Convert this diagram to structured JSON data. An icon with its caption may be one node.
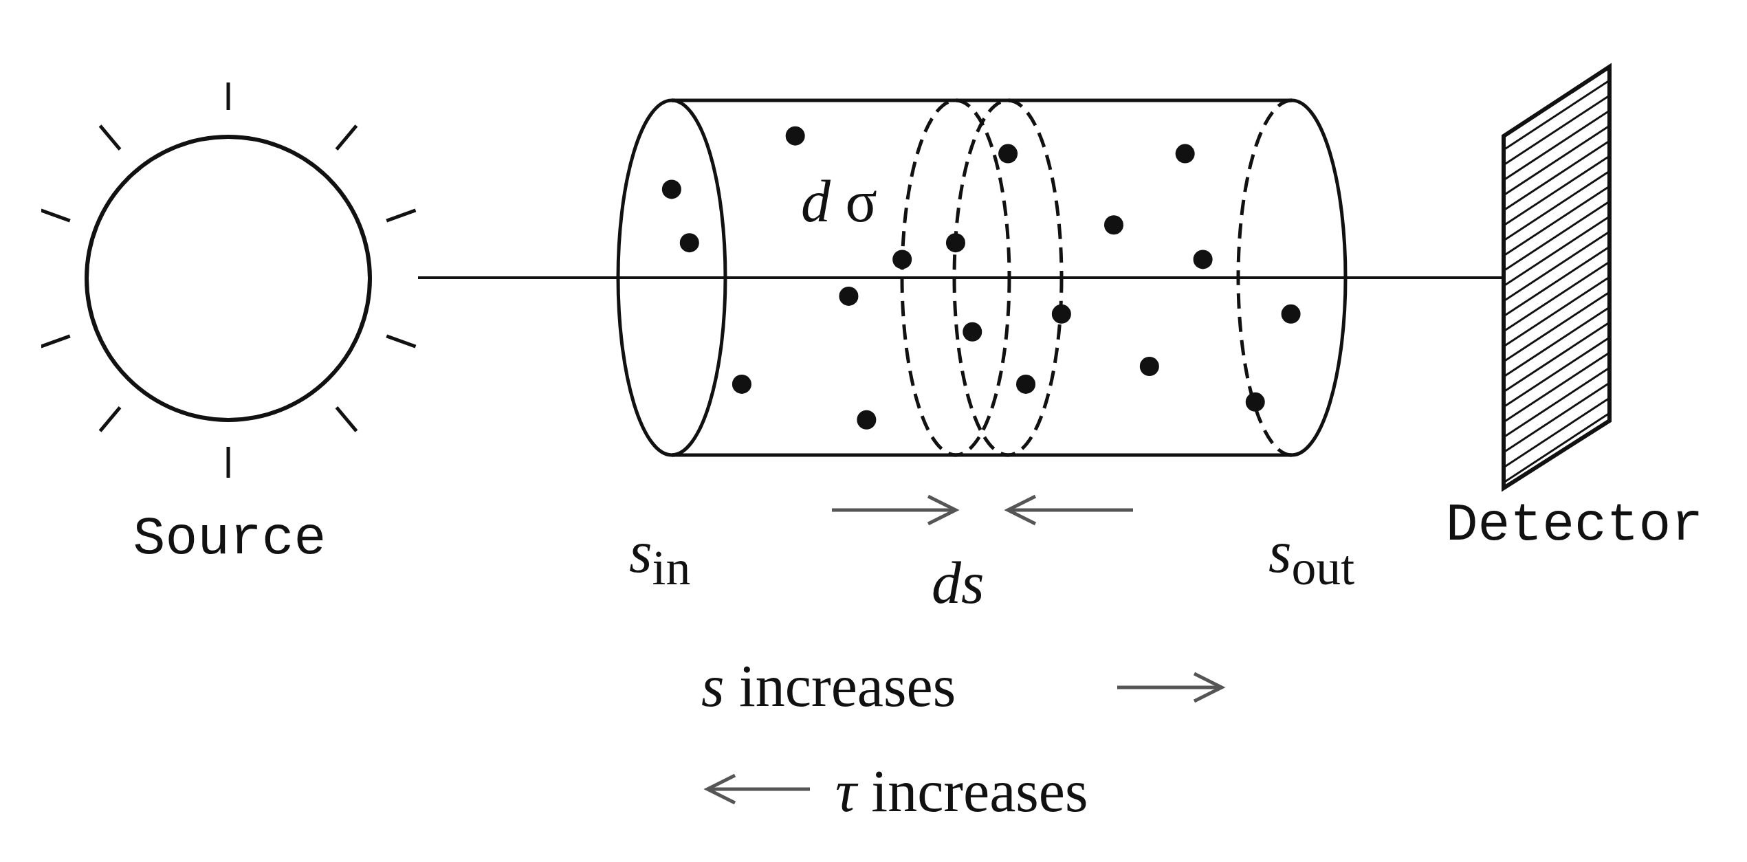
{
  "diagram": {
    "nodes": [
      {
        "text": [
          "Source"
        ]
      },
      {
        "text": [
          "Detector"
        ]
      }
    ],
    "edges": [
      {
        "from": 0,
        "to": 1,
        "arrow": "none"
      }
    ],
    "labels": [
      "*d* σ",
      "*s*$_{in}$",
      "*ds*",
      "*s*$_{out}$",
      "*s* increases",
      "*τ* increases"
    ]
  }
}
